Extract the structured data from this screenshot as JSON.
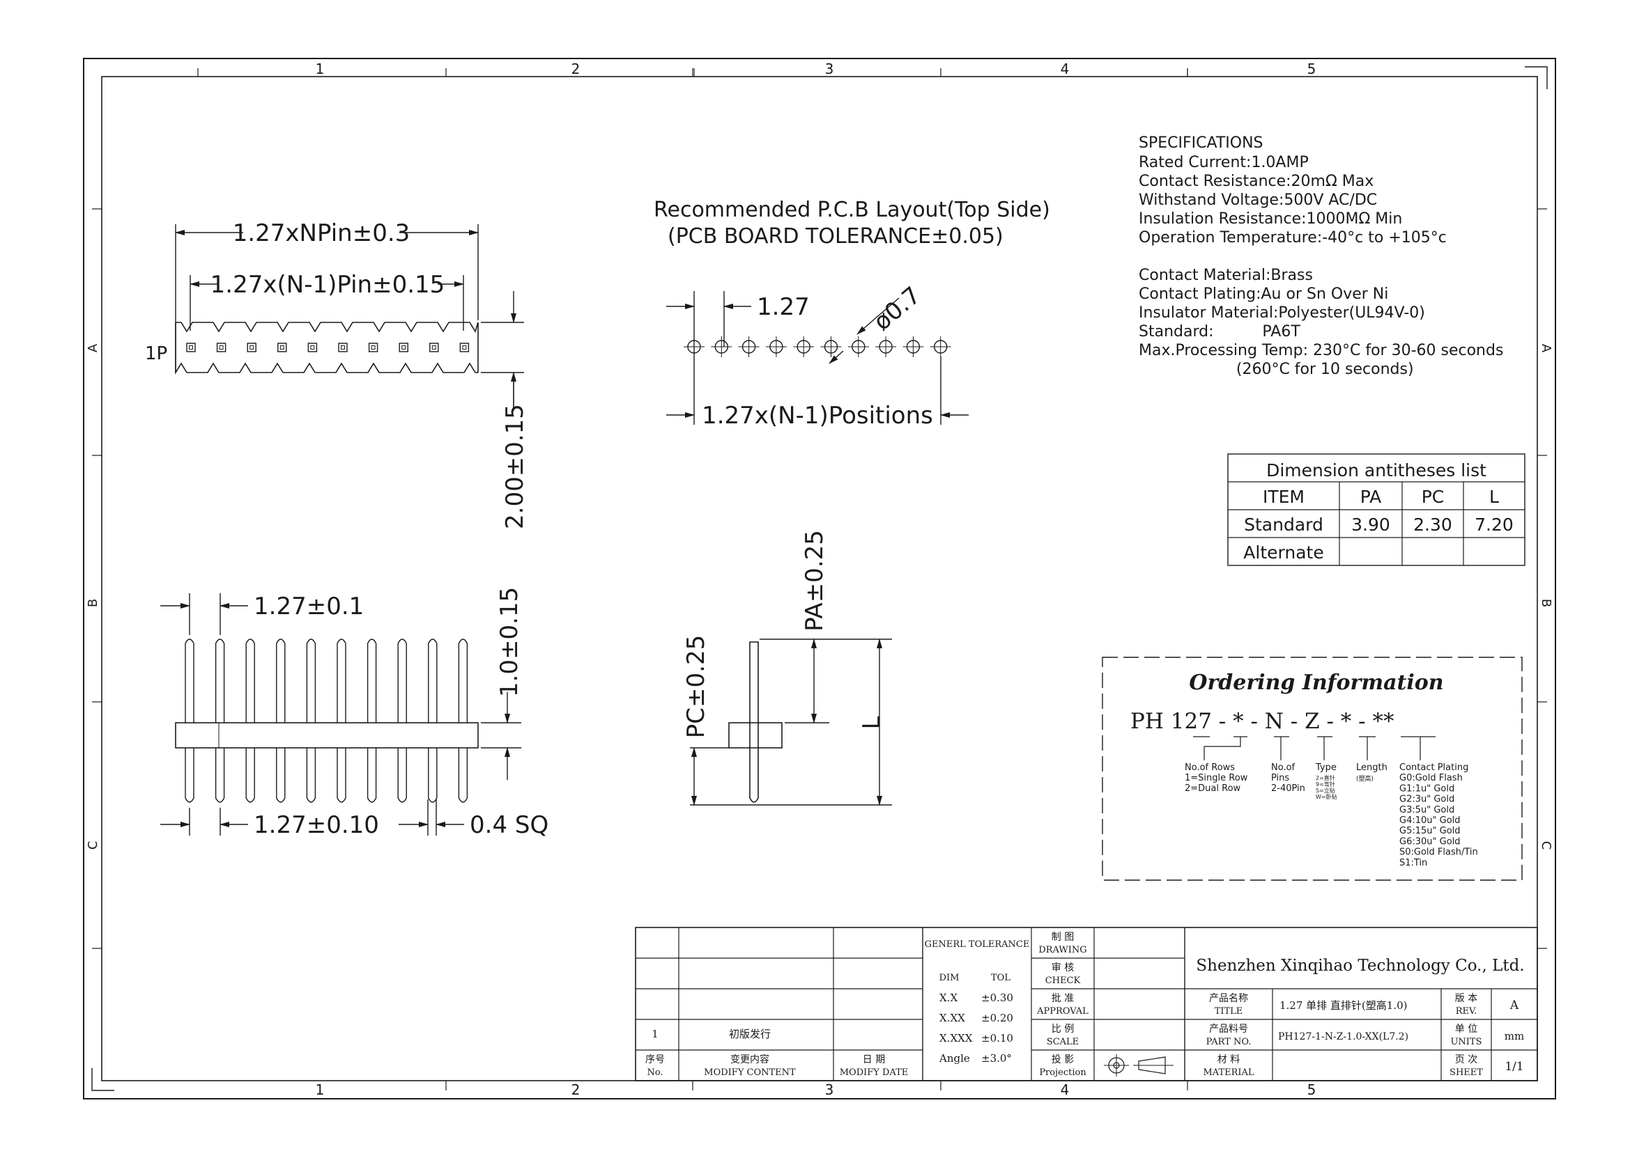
{
  "grid": {
    "columns": [
      "1",
      "2",
      "3",
      "4",
      "5"
    ],
    "rows": [
      "A",
      "B",
      "C"
    ]
  },
  "pcb_layout": {
    "title": "Recommended P.C.B Layout(Top Side)",
    "subtitle": "(PCB BOARD TOLERANCE±0.05)",
    "pitch": "1.27",
    "hole": "ø0.7",
    "positions": "1.27x(N-1)Positions"
  },
  "top_view": {
    "overall": "1.27xNPin±0.3",
    "pitch_span": "1.27x(N-1)Pin±0.15",
    "pin1": "1P",
    "height": "2.00±0.15"
  },
  "front_view": {
    "pitch": "1.27±0.1",
    "pitch_bottom": "1.27±0.10",
    "pin_size": "0.4 SQ",
    "body": "1.0±0.15"
  },
  "side_view": {
    "pa": "PA±0.25",
    "pc": "PC±0.25",
    "l": "L"
  },
  "specifications": {
    "heading": "SPECIFICATIONS",
    "lines": [
      "Rated Current:1.0AMP",
      "Contact Resistance:20mΩ Max",
      "Withstand Voltage:500V AC/DC",
      "Insulation Resistance:1000MΩ Min",
      "Operation Temperature:-40°c to +105°c",
      "",
      "Contact Material:Brass",
      "Contact Plating:Au or Sn Over Ni",
      "Insulator Material:Polyester(UL94V-0)",
      "Standard:          PA6T",
      "Max.Processing Temp: 230°C for 30-60 seconds",
      "                    (260°C for 10 seconds)"
    ]
  },
  "dimension_table": {
    "title": "Dimension antitheses list",
    "headers": [
      "ITEM",
      "PA",
      "PC",
      "L"
    ],
    "rows": [
      [
        "Standard",
        "3.90",
        "2.30",
        "7.20"
      ],
      [
        "Alternate",
        "",
        "",
        ""
      ]
    ]
  },
  "ordering": {
    "title": "Ordering Information",
    "code": "PH 127 - * - N - Z - * - **",
    "rows_label": [
      "No.of Rows",
      "1=Single Row",
      "2=Dual Row"
    ],
    "pins_label": [
      "No.of",
      "Pins",
      "2-40Pin"
    ],
    "type_label": [
      "Type",
      "2=直针",
      "9=弯针",
      "S=立贴",
      "W=卧贴"
    ],
    "length_label": [
      "Length",
      "(塑高)"
    ],
    "plating_label": [
      "Contact Plating",
      "G0:Gold Flash",
      "G1:1u\" Gold",
      "G2:3u\" Gold",
      "G3:5u\" Gold",
      "G4:10u\" Gold",
      "G5:15u\" Gold",
      "G6:30u\" Gold",
      "S0:Gold Flash/Tin",
      "S1:Tin"
    ]
  },
  "title_block": {
    "revision_row": [
      "1",
      "初版发行"
    ],
    "col_no": [
      "序号",
      "No."
    ],
    "col_content": [
      "变更内容",
      "MODIFY CONTENT"
    ],
    "col_date": [
      "日 期",
      "MODIFY DATE"
    ],
    "tolerance_title": "GENERL TOLERANCE",
    "tol_header": [
      "DIM",
      "TOL"
    ],
    "tolerances": [
      [
        "X.X",
        "±0.30"
      ],
      [
        "X.XX",
        "±0.20"
      ],
      [
        "X.XXX",
        "±0.10"
      ],
      [
        "Angle",
        "±3.0°"
      ]
    ],
    "roles": [
      [
        "制 图",
        "DRAWING"
      ],
      [
        "审 核",
        "CHECK"
      ],
      [
        "批 准",
        "APPROVAL"
      ],
      [
        "比 例",
        "SCALE"
      ],
      [
        "投 影",
        "Projection"
      ]
    ],
    "company": "Shenzhen Xinqihao Technology Co., Ltd.",
    "title_label": [
      "产品名称",
      "TITLE"
    ],
    "title_value": "1.27 单排 直排针(塑高1.0)",
    "part_label": [
      "产品料号",
      "PART NO."
    ],
    "part_value": "PH127-1-N-Z-1.0-XX(L7.2)",
    "material_label": [
      "材 料",
      "MATERIAL"
    ],
    "rev_label": [
      "版 本",
      "REV."
    ],
    "rev_value": "A",
    "units_label": [
      "单 位",
      "UNITS"
    ],
    "units_value": "mm",
    "sheet_label": [
      "页 次",
      "SHEET"
    ],
    "sheet_value": "1/1"
  }
}
